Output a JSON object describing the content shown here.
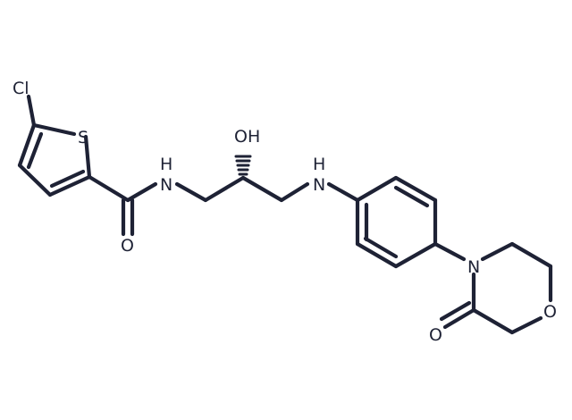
{
  "structure": {
    "atoms": {
      "chlorine": "Cl",
      "sulfur": "S",
      "amide_nitrogen": "H",
      "amide_nitrogen_n": "N",
      "carbonyl_oxygen": "O",
      "hydroxyl": "OH",
      "amine_hydrogen": "H",
      "amine_nitrogen": "N",
      "morpholine_nitrogen": "N",
      "morpholine_oxygen": "O",
      "lactam_oxygen": "O"
    },
    "colors": {
      "bond": "#1e2235",
      "label": "#1e2235",
      "background": "#ffffff"
    }
  }
}
